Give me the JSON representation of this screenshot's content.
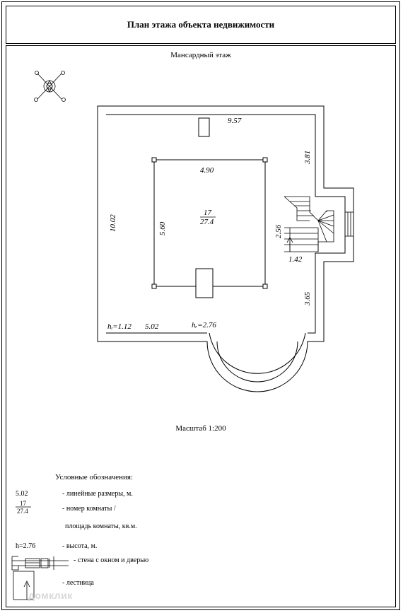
{
  "title": "План этажа объекта недвижимости",
  "floor_name": "Мансардный этаж",
  "scale": "Масштаб 1:200",
  "dimensions": {
    "top_width": "9.57",
    "left_height": "10.02",
    "right_upper": "3.81",
    "right_lower": "3.65",
    "stair_height": "2.56",
    "stair_width": "1.42",
    "inner_width": "4.90",
    "inner_height": "5.60",
    "bottom_width": "5.02",
    "h_left": "hᵢ=1.12",
    "h_right": "hᵣ=2.76"
  },
  "room": {
    "number": "17",
    "area": "27.4"
  },
  "legend": {
    "title": "Условные обозначения:",
    "items": [
      {
        "sample": "5.02",
        "text": "- линейные размеры, м."
      },
      {
        "sample_top": "17",
        "sample_bottom": "27.4",
        "text": "- номер комнаты /",
        "text2": "площадь комнаты, кв.м."
      },
      {
        "sample": "h=2.76",
        "text": "- высота, м."
      },
      {
        "text": "- стена с окном и дверью"
      },
      {
        "text": "- лестница"
      }
    ]
  },
  "watermark": "домклик"
}
